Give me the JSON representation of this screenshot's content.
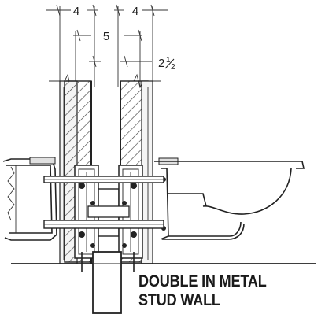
{
  "dimensions": {
    "left_board": "4",
    "right_board": "4",
    "overall": "5",
    "stud_whole": "2",
    "stud_num": "1",
    "stud_den": "2"
  },
  "caption": {
    "line1": "DOUBLE IN METAL",
    "line2": "STUD WALL"
  },
  "colors": {
    "ink": "#222222",
    "paper": "#ffffff"
  }
}
